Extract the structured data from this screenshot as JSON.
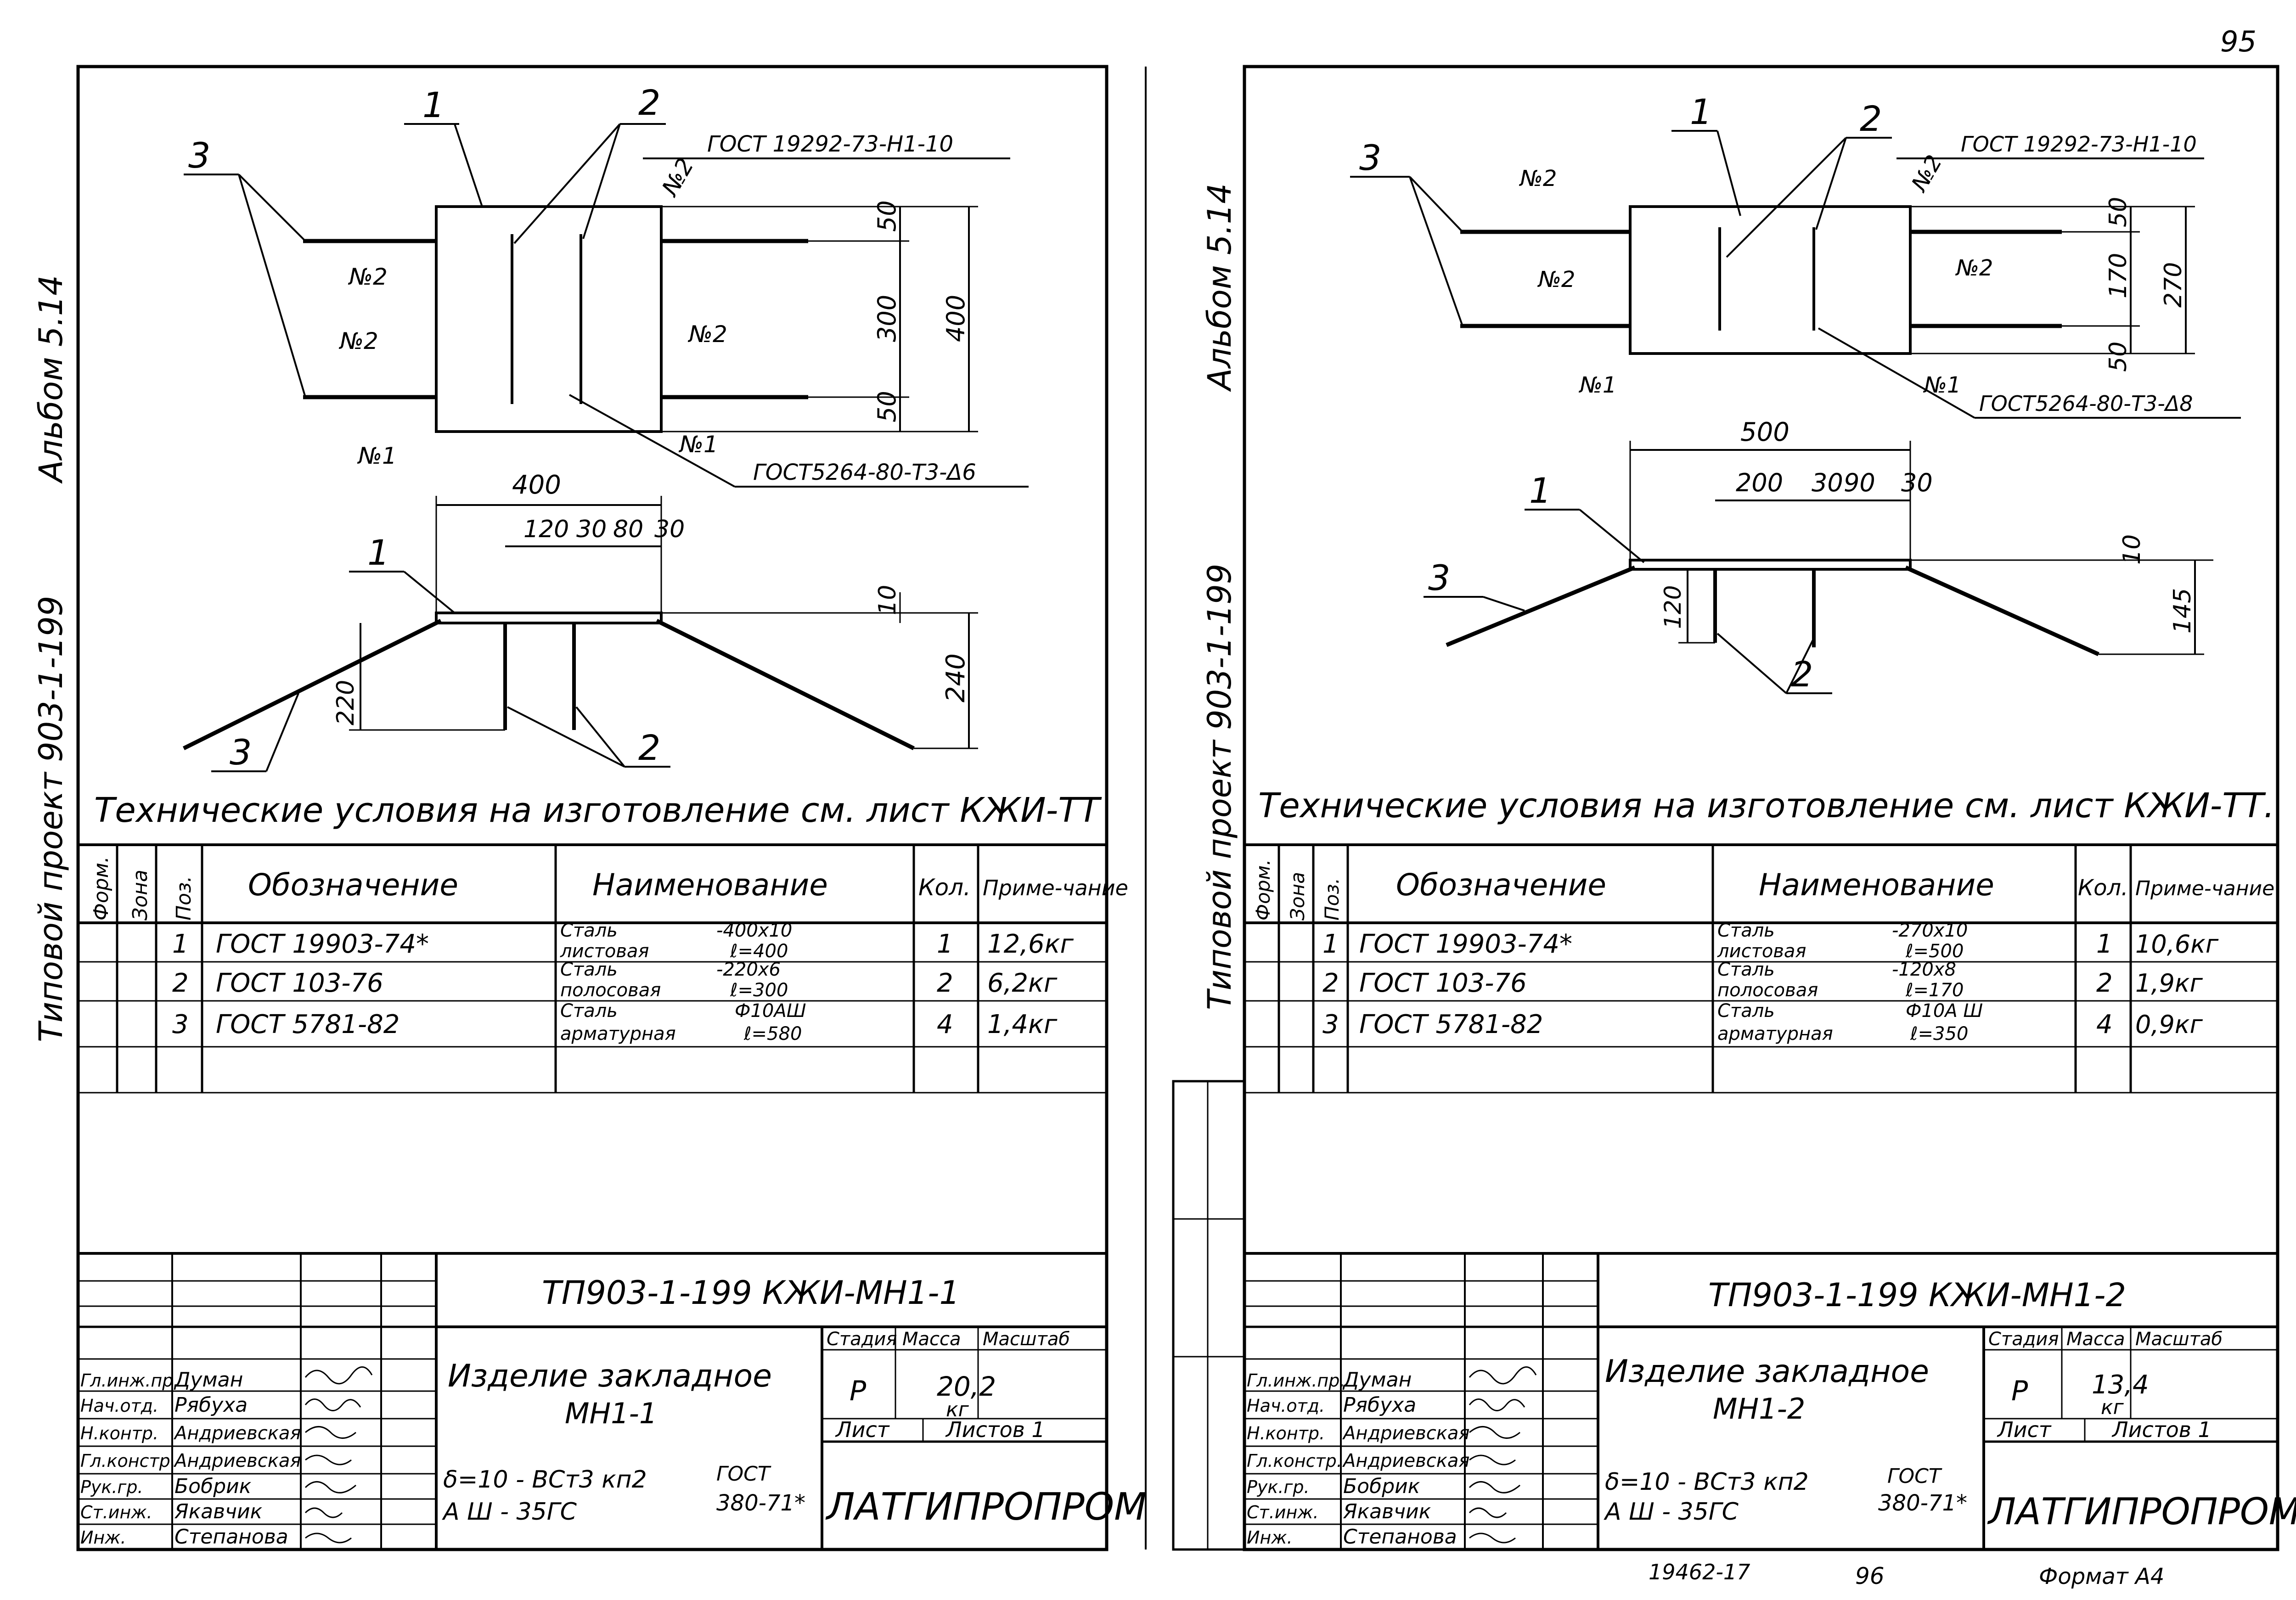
{
  "page_number": "95",
  "footer": {
    "doc_number": "19462-17",
    "next_page": "96",
    "format": "Формат А4"
  },
  "sheets": [
    {
      "id": "mh1-1",
      "side_text": {
        "album": "Альбом 5.14",
        "project": "Типовой проект 903-1-199"
      },
      "plan": {
        "callouts": {
          "part1": "1",
          "part2": "2",
          "part3": "3"
        },
        "weld_no1": "№1",
        "weld_no2": "№2",
        "gost_top": "ГОСТ 19292-73-Н1-10",
        "gost_bottom": "ГОСТ5264-80-Т3-Δ6",
        "dims": {
          "d50a": "50",
          "d300": "300",
          "d400": "400",
          "d50b": "50"
        }
      },
      "section": {
        "callouts": {
          "part1": "1",
          "part2": "2",
          "part3": "3"
        },
        "dims": {
          "d400": "400",
          "d120": "120",
          "d30a": "30",
          "d80": "80",
          "d30b": "30",
          "d10": "10",
          "d240": "240",
          "d220": "220"
        }
      },
      "tech_conditions": "Технические условия на изготовление см. лист КЖИ-ТТ",
      "spec": {
        "headers": {
          "format": "Форм.",
          "zone": "Зона",
          "pos": "Поз.",
          "designation": "Обозначение",
          "name": "Наименование",
          "qty": "Кол.",
          "note": "Приме-чание"
        },
        "rows": [
          {
            "pos": "1",
            "designation": "ГОСТ 19903-74*",
            "name1": "Сталь",
            "name2": "листовая",
            "size1": "-400х10",
            "size2": "ℓ=400",
            "qty": "1",
            "note": "12,6кг"
          },
          {
            "pos": "2",
            "designation": "ГОСТ 103-76",
            "name1": "Сталь",
            "name2": "полосовая",
            "size1": "-220х6",
            "size2": "ℓ=300",
            "qty": "2",
            "note": "6,2кг"
          },
          {
            "pos": "3",
            "designation": "ГОСТ 5781-82",
            "name1": "Сталь",
            "name2": "арматурная",
            "size1": "Ф10АШ",
            "size2": "ℓ=580",
            "qty": "4",
            "note": "1,4кг"
          }
        ]
      },
      "title_block": {
        "code": "ТП903-1-199 КЖИ-МН1-1",
        "item_name": "Изделие закладное",
        "item_mark": "МН1-1",
        "stage_label": "Стадия",
        "mass_label": "Масса",
        "scale_label": "Масштаб",
        "stage": "Р",
        "mass": "20,2",
        "mass_unit": "кг",
        "sheet_label": "Лист",
        "sheets_label": "Листов 1",
        "material_line1": "δ=10 - ВСт3 кп2",
        "material_line2": "А Ш - 35ГС",
        "material_gost1": "ГОСТ",
        "material_gost2": "380-71*",
        "org": "ЛАТГИПРОПРОМ",
        "staff": [
          {
            "role": "Гл.инж.пр.",
            "name": "Думан"
          },
          {
            "role": "Нач.отд.",
            "name": "Рябуха"
          },
          {
            "role": "Н.контр.",
            "name": "Андриевская"
          },
          {
            "role": "Гл.констр.",
            "name": "Андриевская"
          },
          {
            "role": "Рук.гр.",
            "name": "Бобрик"
          },
          {
            "role": "Ст.инж.",
            "name": "Якавчик"
          },
          {
            "role": "Инж.",
            "name": "Степанова"
          }
        ]
      }
    },
    {
      "id": "mh1-2",
      "side_text": {
        "album": "Альбом 5.14",
        "project": "Типовой проект 903-1-199"
      },
      "plan": {
        "callouts": {
          "part1": "1",
          "part2": "2",
          "part3": "3"
        },
        "weld_no1": "№1",
        "weld_no2": "№2",
        "gost_top": "ГОСТ 19292-73-Н1-10",
        "gost_bottom": "ГОСТ5264-80-Т3-Δ8",
        "dims": {
          "d50a": "50",
          "d170": "170",
          "d270": "270",
          "d50b": "50"
        }
      },
      "section": {
        "callouts": {
          "part1": "1",
          "part2": "2",
          "part3": "3"
        },
        "dims": {
          "d500": "500",
          "d200": "200",
          "d30a": "30",
          "d90": "90",
          "d30b": "30",
          "d10": "10",
          "d145": "145",
          "d120": "120"
        }
      },
      "tech_conditions": "Технические условия на изготовление см. лист КЖИ-ТТ.",
      "spec": {
        "headers": {
          "format": "Форм.",
          "zone": "Зона",
          "pos": "Поз.",
          "designation": "Обозначение",
          "name": "Наименование",
          "qty": "Кол.",
          "note": "Приме-чание"
        },
        "rows": [
          {
            "pos": "1",
            "designation": "ГОСТ 19903-74*",
            "name1": "Сталь",
            "name2": "листовая",
            "size1": "-270х10",
            "size2": "ℓ=500",
            "qty": "1",
            "note": "10,6кг"
          },
          {
            "pos": "2",
            "designation": "ГОСТ 103-76",
            "name1": "Сталь",
            "name2": "полосовая",
            "size1": "-120х8",
            "size2": "ℓ=170",
            "qty": "2",
            "note": "1,9кг"
          },
          {
            "pos": "3",
            "designation": "ГОСТ 5781-82",
            "name1": "Сталь",
            "name2": "арматурная",
            "size1": "Ф10А Ш",
            "size2": "ℓ=350",
            "qty": "4",
            "note": "0,9кг"
          }
        ]
      },
      "title_block": {
        "code": "ТП903-1-199 КЖИ-МН1-2",
        "item_name": "Изделие закладное",
        "item_mark": "МН1-2",
        "stage_label": "Стадия",
        "mass_label": "Масса",
        "scale_label": "Масштаб",
        "stage": "Р",
        "mass": "13,4",
        "mass_unit": "кг",
        "sheet_label": "Лист",
        "sheets_label": "Листов 1",
        "material_line1": "δ=10 - ВСт3 кп2",
        "material_line2": "А Ш - 35ГС",
        "material_gost1": "ГОСТ",
        "material_gost2": "380-71*",
        "org": "ЛАТГИПРОПРОМ",
        "staff": [
          {
            "role": "Гл.инж.пр.",
            "name": "Думан"
          },
          {
            "role": "Нач.отд.",
            "name": "Рябуха"
          },
          {
            "role": "Н.контр.",
            "name": "Андриевская"
          },
          {
            "role": "Гл.констр.",
            "name": "Андриевская"
          },
          {
            "role": "Рук.гр.",
            "name": "Бобрик"
          },
          {
            "role": "Ст.инж.",
            "name": "Якавчик"
          },
          {
            "role": "Инж.",
            "name": "Степанова"
          }
        ]
      }
    }
  ]
}
